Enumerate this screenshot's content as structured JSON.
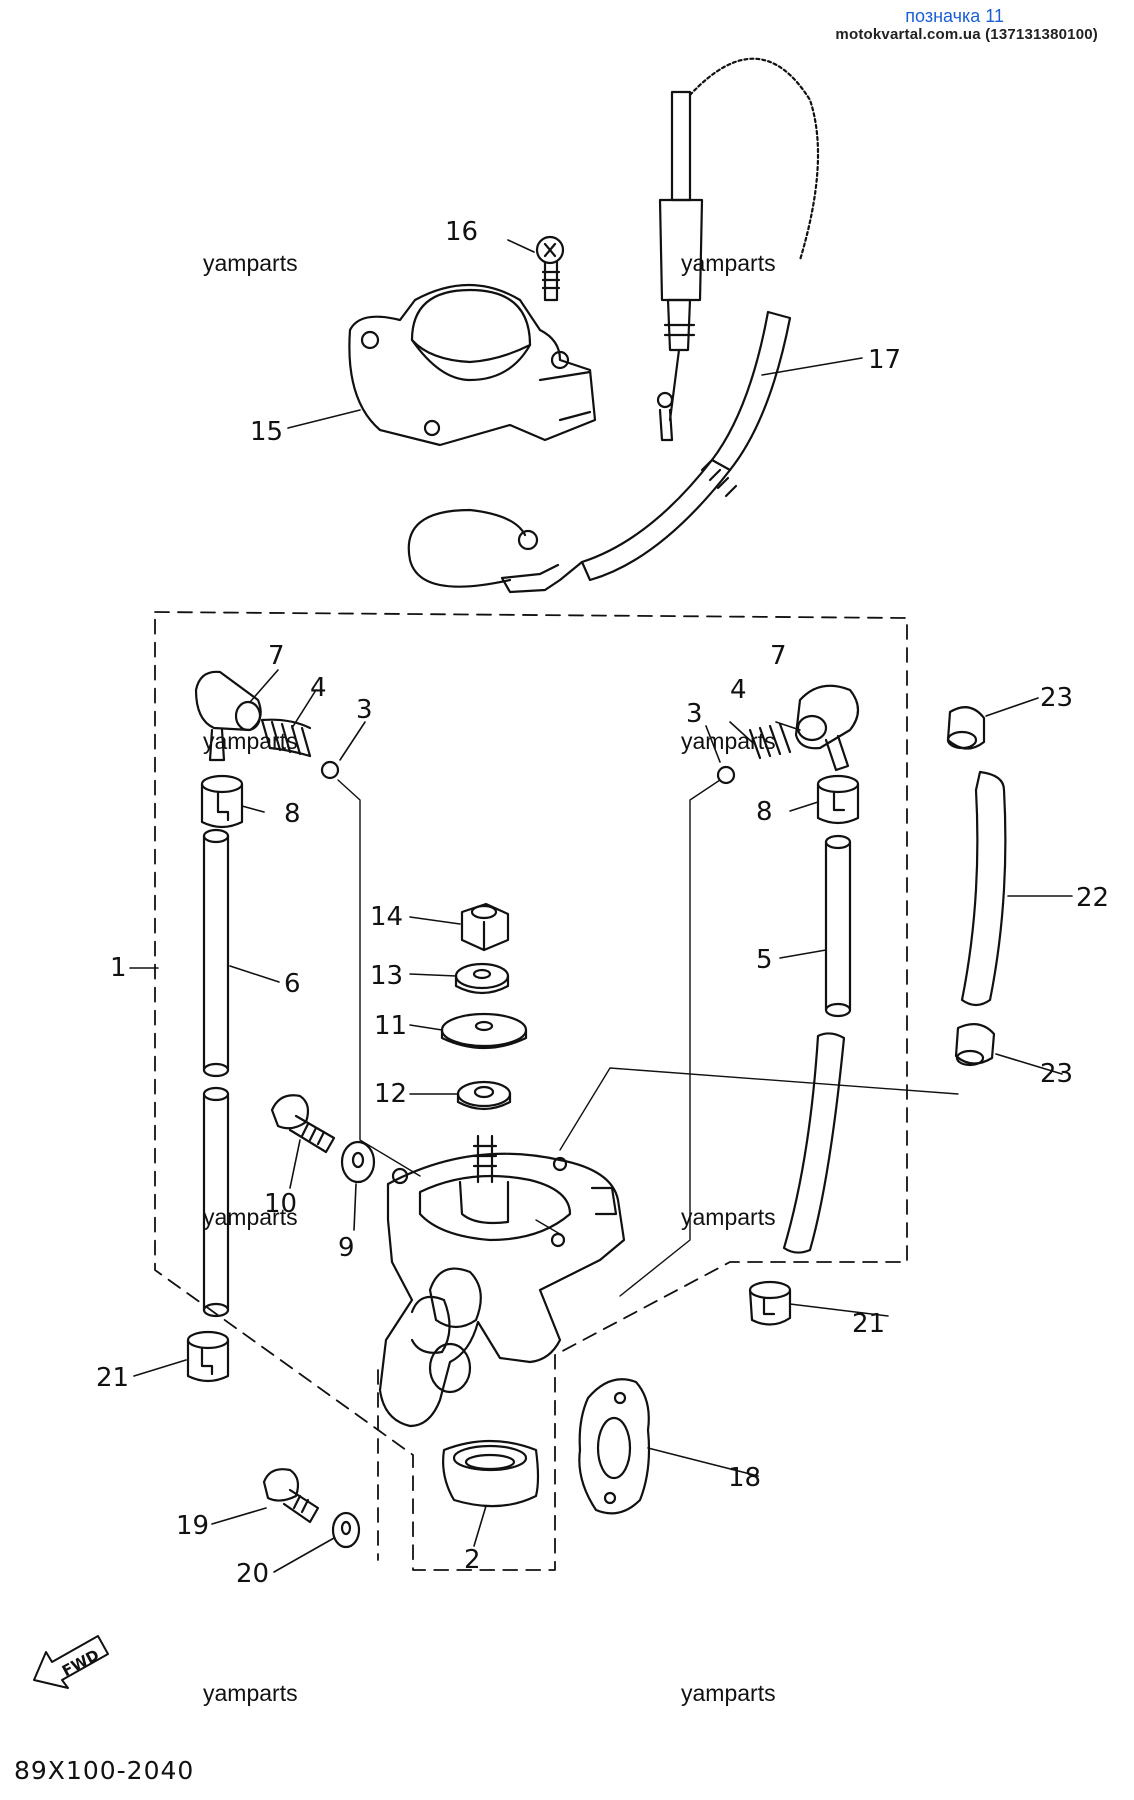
{
  "header": {
    "title": "позначка 11",
    "subtitle": "motokvartal.com.ua (137131380100)"
  },
  "watermark": "yamparts",
  "diagram_code": "89X100-2040",
  "fwd_label": "FWD",
  "parts": {
    "p1": "1",
    "p2": "2",
    "p3": "3",
    "p4": "4",
    "p5": "5",
    "p6": "6",
    "p7": "7",
    "p8": "8",
    "p9": "9",
    "p10": "10",
    "p11": "11",
    "p12": "12",
    "p13": "13",
    "p14": "14",
    "p15": "15",
    "p16": "16",
    "p17": "17",
    "p18": "18",
    "p19": "19",
    "p20": "20",
    "p21": "21",
    "p22": "22",
    "p23": "23"
  }
}
